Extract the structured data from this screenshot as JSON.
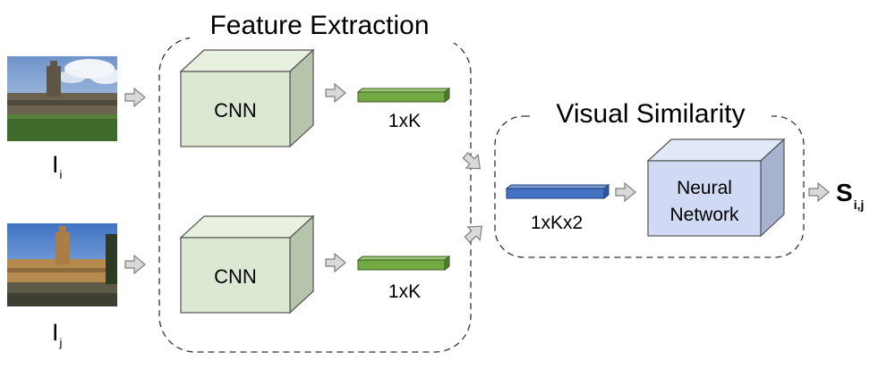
{
  "feature_extraction": {
    "title": "Feature Extraction"
  },
  "visual_similarity": {
    "title": "Visual Similarity"
  },
  "images": [
    {
      "label": "I",
      "subscript": "i"
    },
    {
      "label": "I",
      "subscript": "j"
    }
  ],
  "cnn_blocks": [
    {
      "label": "CNN",
      "vector_label": "1xK"
    },
    {
      "label": "CNN",
      "vector_label": "1xK"
    }
  ],
  "concat": {
    "label": "1xKx2"
  },
  "neural_network": {
    "line1": "Neural",
    "line2": "Network"
  },
  "output": {
    "label": "S",
    "subscript": "i,j"
  },
  "colors": {
    "cnn_face": "#dce9d2",
    "cnn_top": "#e8f1df",
    "cnn_side": "#b5c4ab",
    "vector_green": "#72a943",
    "vector_blue": "#4472c4",
    "nn_face": "#d0daf4",
    "nn_top": "#e1e8f8",
    "nn_side": "#a6b2d0",
    "arrow_fill": "#d9d9d9",
    "arrow_stroke": "#7f7f7f"
  }
}
